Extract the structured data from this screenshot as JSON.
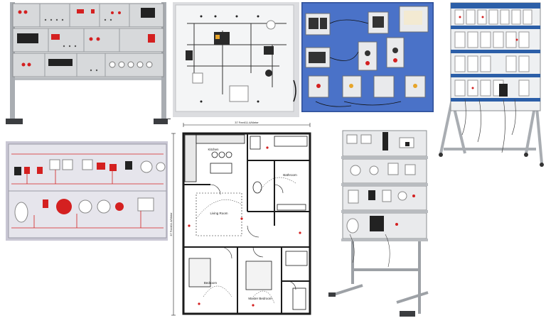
{
  "floor_plan": {
    "top_dimension": "37 Feet/11.4/Meter",
    "side_dimension": "37 Feet/11.4/Meter",
    "rooms": {
      "kitchen": "Kitchen",
      "bathroom": "Bathroom",
      "living_room": "Living Room",
      "bedroom": "Bedroom",
      "master_bedroom": "Master Bedroom"
    }
  },
  "colors": {
    "frame_metal": "#b9bcc0",
    "panel_gray": "#d8dadc",
    "mid_board_blue": "#4a72c8",
    "right_rack_blue": "#2c5fa8",
    "breaker_red": "#d42020",
    "plan_line": "#1b1b1b"
  }
}
